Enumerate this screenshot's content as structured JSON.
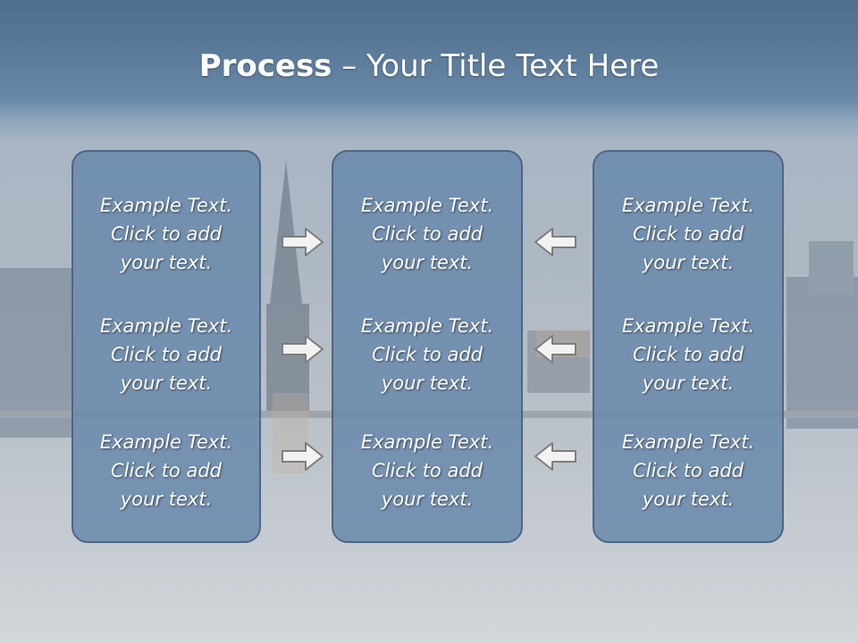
{
  "title": {
    "bold": "Process",
    "rest": " – Your Title Text Here"
  },
  "panels": [
    {
      "blocks": [
        [
          "Example Text.",
          "Click  to add",
          "your text."
        ],
        [
          "Example Text.",
          "Click  to add",
          "your text."
        ],
        [
          "Example Text.",
          "Click  to add",
          "your text."
        ]
      ]
    },
    {
      "blocks": [
        [
          "Example Text.",
          "Click  to add",
          "your text."
        ],
        [
          "Example Text.",
          "Click  to add",
          "your text."
        ],
        [
          "Example Text.",
          "Click  to add",
          "your text."
        ]
      ]
    },
    {
      "blocks": [
        [
          "Example Text.",
          "Click  to add",
          "your text."
        ],
        [
          "Example Text.",
          "Click  to add",
          "your text."
        ],
        [
          "Example Text.",
          "Click  to add",
          "your text."
        ]
      ]
    }
  ],
  "arrows": {
    "left_column": [
      "right-arrow-icon",
      "right-arrow-icon",
      "right-arrow-icon"
    ],
    "right_column": [
      "left-arrow-icon",
      "left-arrow-icon",
      "left-arrow-icon"
    ]
  },
  "colors": {
    "panel_fill": "#6888ab",
    "panel_border": "#4e6684",
    "text": "#ffffff"
  }
}
